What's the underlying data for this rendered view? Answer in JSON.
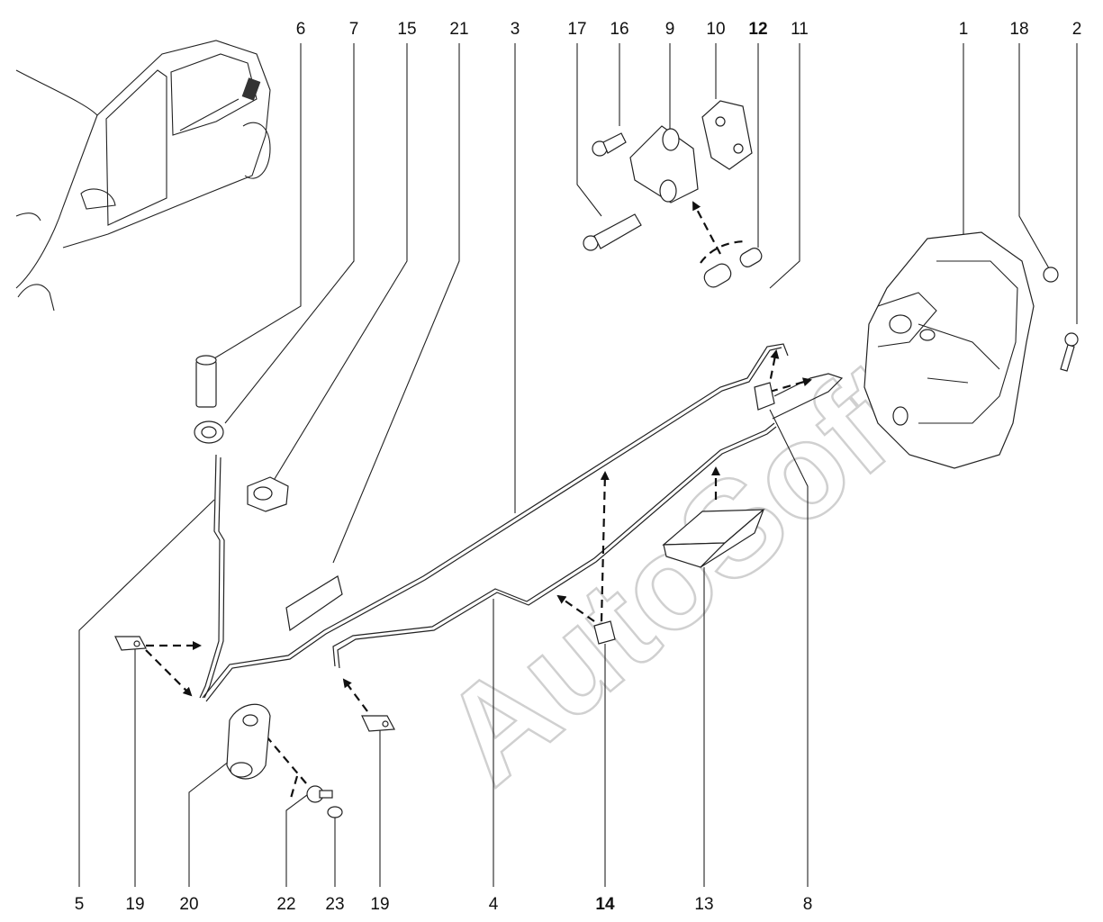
{
  "watermark": "AutoSoft",
  "top_callouts": [
    "6",
    "7",
    "15",
    "21",
    "3",
    "17",
    "16",
    "9",
    "10",
    "12",
    "11",
    "1",
    "18",
    "2"
  ],
  "bottom_callouts": [
    "5",
    "19",
    "20",
    "22",
    "23",
    "19",
    "4",
    "14",
    "13",
    "8"
  ]
}
